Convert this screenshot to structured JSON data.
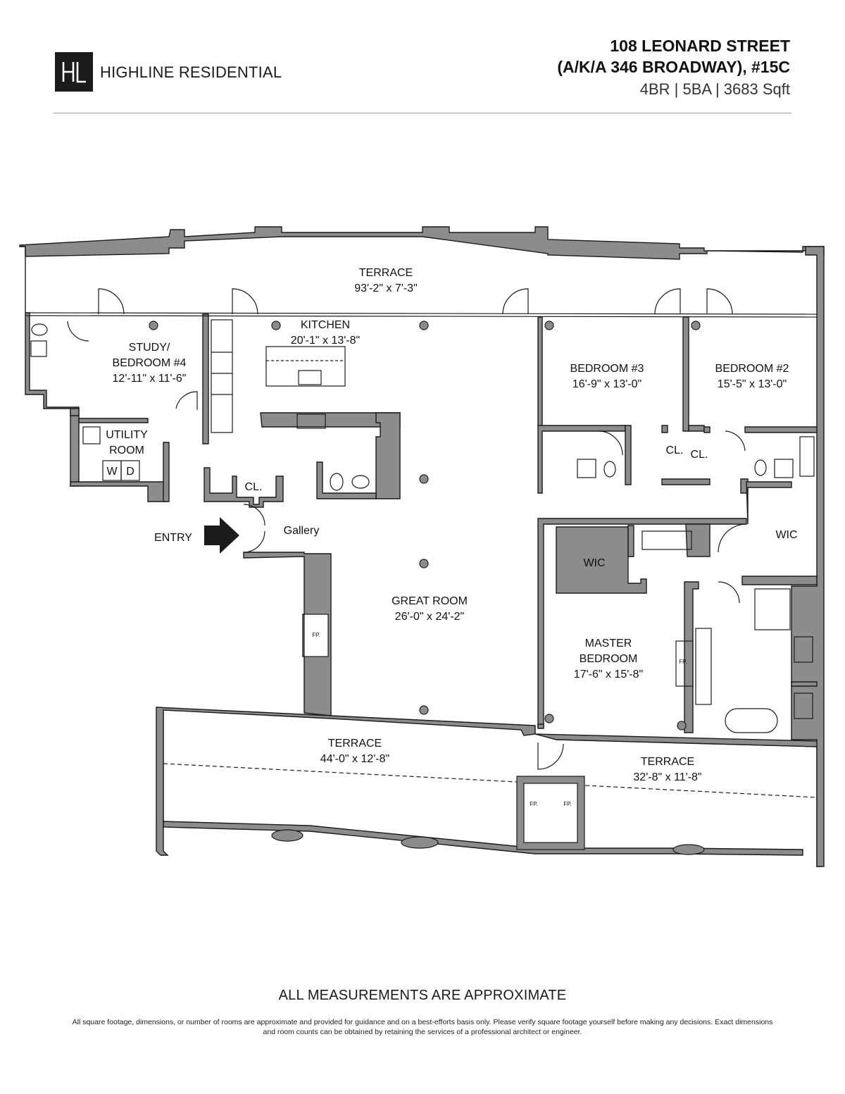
{
  "header": {
    "logo_mark": "HL",
    "brand": "HIGHLINE RESIDENTIAL",
    "address_line1": "108 LEONARD STREET",
    "address_line2": "(A/K/A 346 BROADWAY), #15C",
    "stats": "4BR | 5BA | 3683 Sqft"
  },
  "rooms": {
    "terrace_north": {
      "name": "TERRACE",
      "dims": "93'-2\" x 7'-3\""
    },
    "kitchen": {
      "name": "KITCHEN",
      "dims": "20'-1\" x 13'-8\""
    },
    "study": {
      "name1": "STUDY/",
      "name2": "BEDROOM #4",
      "dims": "12'-11\" x 11'-6\""
    },
    "bedroom3": {
      "name": "BEDROOM #3",
      "dims": "16'-9\" x 13'-0\""
    },
    "bedroom2": {
      "name": "BEDROOM #2",
      "dims": "15'-5\" x 13'-0\""
    },
    "utility": {
      "name1": "UTILITY",
      "name2": "ROOM",
      "washer": "W",
      "dryer": "D"
    },
    "closet_gallery": "CL.",
    "closet_b3": "CL.",
    "closet_b2": "CL.",
    "entry": "ENTRY",
    "gallery": "Gallery",
    "wic_master": "WIC",
    "wic_right": "WIC",
    "great_room": {
      "name": "GREAT ROOM",
      "dims": "26'-0\" x 24'-2\""
    },
    "fireplace_great": "FP.",
    "master": {
      "name1": "MASTER",
      "name2": "BEDROOM",
      "dims": "17'-6\" x 15'-8\""
    },
    "fireplace_master": "FP.",
    "terrace_south_west": {
      "name": "TERRACE",
      "dims": "44'-0\" x 12'-8\""
    },
    "terrace_south_east": {
      "name": "TERRACE",
      "dims": "32'-8\" x 11'-8\""
    },
    "fireplace_terrace_a": "FP.",
    "fireplace_terrace_b": "FP."
  },
  "footer": {
    "approx": "ALL MEASUREMENTS ARE APPROXIMATE",
    "disclaimer": "All square footage, dimensions, or number of rooms are approximate and provided for guidance and on a best-efforts basis only. Please verify square footage yourself before making any decisions. Exact dimensions and room counts can be obtained by retaining the services of a professional architect or engineer."
  },
  "colors": {
    "wall": "#8c8c8c",
    "ink": "#1b1b1b"
  }
}
